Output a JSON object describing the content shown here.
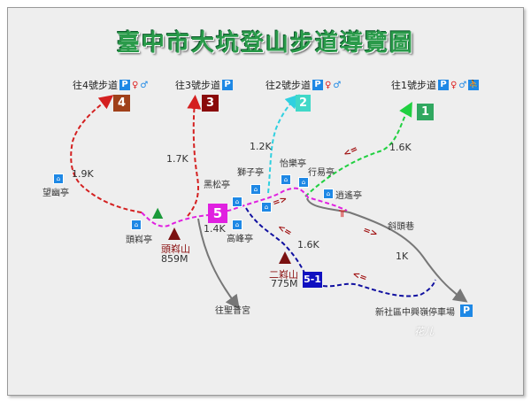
{
  "title": "臺中市大坑登山步道導覽圖",
  "destinations": [
    {
      "label": "往4號步道",
      "icons": [
        "parking-icon",
        "restroom-icon"
      ]
    },
    {
      "label": "往3號步道",
      "icons": [
        "parking-icon"
      ]
    },
    {
      "label": "往2號步道",
      "icons": [
        "parking-icon",
        "restroom-icon"
      ]
    },
    {
      "label": "往1號步道",
      "icons": [
        "parking-icon",
        "restroom-icon",
        "exercise-icon"
      ]
    }
  ],
  "trail_numbers": {
    "t4": "4",
    "t3": "3",
    "t2": "2",
    "t1": "1",
    "t5": "5",
    "t51": "5-1"
  },
  "trail_colors": {
    "t4": "#a0401a",
    "t3": "#8a0a0a",
    "t2": "#40d8c8",
    "t1": "#30a860",
    "t5": "#e020e0",
    "t51": "#1010c0"
  },
  "distances": {
    "d4": "1.9K",
    "d3": "1.7K",
    "d2": "1.2K",
    "d1": "1.6K",
    "d5": "1.4K",
    "d51": "1.6K",
    "dlane": "1K"
  },
  "pavilions": {
    "wangyou": "望幽亭",
    "toulao": "頭嵙亭",
    "heisong": "黑松亭",
    "shizi": "獅子亭",
    "yile": "怡樂亭",
    "xingyi": "行易亭",
    "xiaoyao": "逍遙亭",
    "gaofeng": "高峰亭"
  },
  "peaks": [
    {
      "name": "頭嵙山",
      "elevation": "859M"
    },
    {
      "name": "二嵙山",
      "elevation": "775M"
    }
  ],
  "places": {
    "shengpu": "往聖普宮",
    "lane": "斜頭巷",
    "parking": "新社區中興嶺停車場",
    "parking_icon": "P"
  },
  "direction_marks": {
    "left": "<=",
    "right": "=>"
  },
  "watermark": "花儿"
}
